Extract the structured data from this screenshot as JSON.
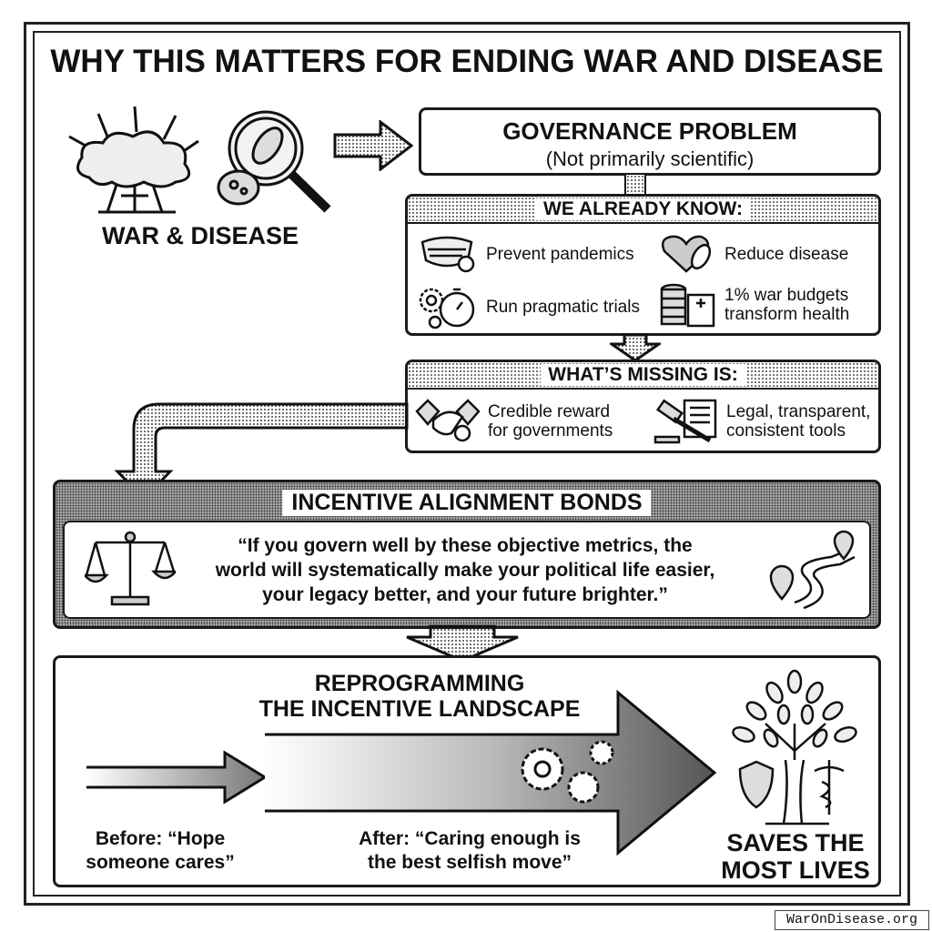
{
  "title": "WHY THIS MATTERS FOR ENDING WAR AND DISEASE",
  "war_disease_label": "WAR & DISEASE",
  "governance": {
    "title": "GOVERNANCE PROBLEM",
    "subtitle": "(Not primarily scientific)"
  },
  "already_know": {
    "header": "WE ALREADY KNOW:",
    "items": [
      {
        "icon": "mask-virus-icon",
        "label": "Prevent pandemics"
      },
      {
        "icon": "heart-bacteria-icon",
        "label": "Reduce disease"
      },
      {
        "icon": "gears-stopwatch-icon",
        "label": "Run pragmatic trials"
      },
      {
        "icon": "coins-hospital-icon",
        "label": "1% war budgets transform health"
      }
    ]
  },
  "missing": {
    "header": "WHAT’S MISSING IS:",
    "items": [
      {
        "icon": "handshake-award-icon",
        "label": "Credible reward for governments"
      },
      {
        "icon": "gavel-book-icon",
        "label": "Legal, transparent, consistent tools"
      }
    ]
  },
  "bonds": {
    "header": "INCENTIVE ALIGNMENT BONDS",
    "quote_lines": [
      "“If you govern well by these objective metrics, the",
      "world will systematically make your political life easier,",
      "your legacy better, and your future brighter.”"
    ]
  },
  "reprogram": {
    "title_lines": [
      "REPROGRAMMING",
      "THE INCENTIVE LANDSCAPE"
    ],
    "before_lines": [
      "Before: “Hope",
      "someone cares”"
    ],
    "after_lines": [
      "After: “Caring enough is",
      "the best selfish move”"
    ],
    "result_lines": [
      "SAVES THE",
      "MOST LIVES"
    ]
  },
  "watermark": "WarOnDisease.org"
}
